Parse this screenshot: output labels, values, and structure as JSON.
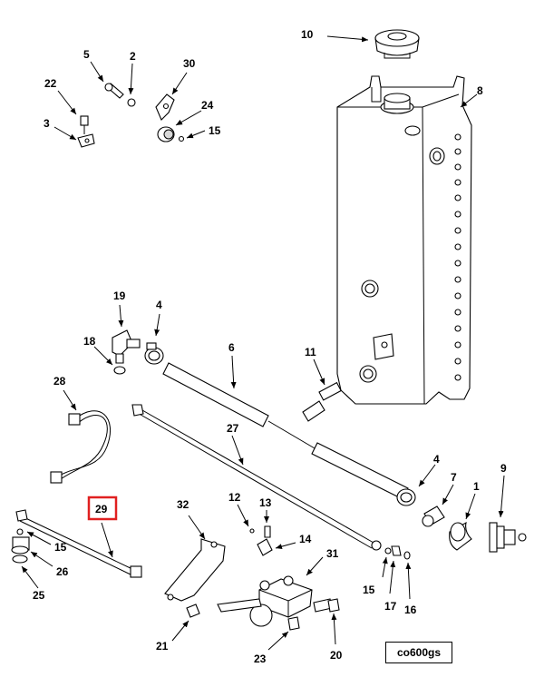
{
  "callouts": {
    "c1": "1",
    "c2": "2",
    "c3": "3",
    "c4a": "4",
    "c4b": "4",
    "c5": "5",
    "c6": "6",
    "c7": "7",
    "c8": "8",
    "c9": "9",
    "c10": "10",
    "c11": "11",
    "c12": "12",
    "c13": "13",
    "c14": "14",
    "c15a": "15",
    "c15b": "15",
    "c15c": "15",
    "c16": "16",
    "c17": "17",
    "c18": "18",
    "c19": "19",
    "c20": "20",
    "c21": "21",
    "c22": "22",
    "c23": "23",
    "c24": "24",
    "c25": "25",
    "c26": "26",
    "c27": "27",
    "c28": "28",
    "c29": "29",
    "c30": "30",
    "c31": "31",
    "c32": "32"
  },
  "highlighted_callout": "29",
  "highlight_color": "#e02020",
  "drawing_id": "co600gs"
}
